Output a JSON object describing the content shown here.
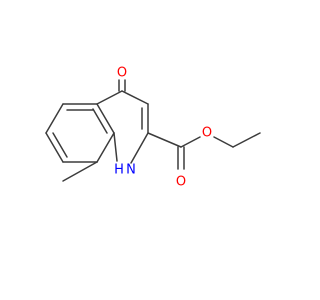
{
  "molecule": {
    "colors": {
      "bond": "#3c3c3c",
      "oxygen": "#ff0000",
      "nitrogen": "#0000ff"
    },
    "atom_labels": {
      "ketone_oxygen": "O",
      "ring_nitrogen": "N",
      "ring_nitrogen_hydrogen": "H",
      "ester_carbonyl_oxygen": "O",
      "ester_ether_oxygen": "O"
    }
  }
}
